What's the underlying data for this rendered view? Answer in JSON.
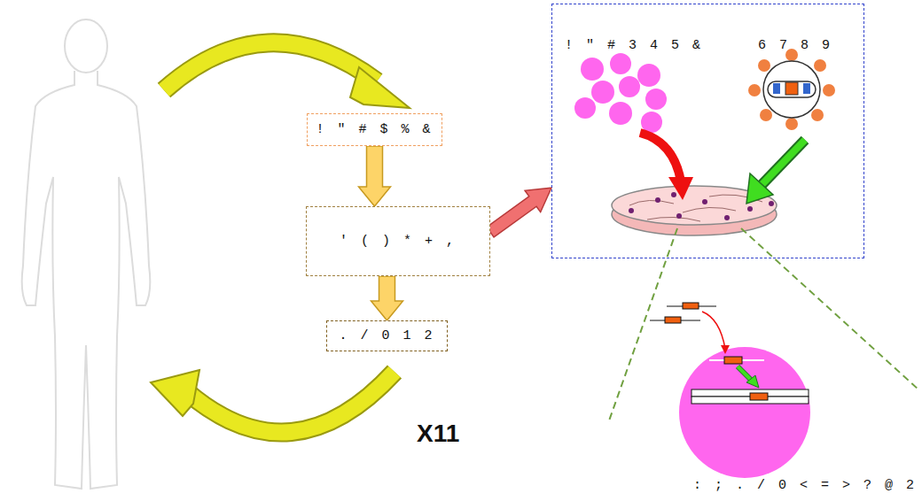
{
  "diagram": {
    "nodes": [
      {
        "text": [
          "! \" # $ % &"
        ]
      },
      {
        "text": [
          "' ( ) * + ,"
        ]
      },
      {
        "text": [
          ". / 0 1 2"
        ]
      },
      {
        "text": [
          "! \" # 3 4 5 &",
          "6 7 8 9"
        ]
      }
    ],
    "edges": [
      {
        "from": 0,
        "to": 1,
        "arrow": "to"
      },
      {
        "from": 1,
        "to": 2,
        "arrow": "to"
      },
      {
        "from": 1,
        "to": 3,
        "arrow": "to"
      }
    ],
    "labels": [
      "X11",
      ": ; . / 0 < = > ? @ 2"
    ]
  }
}
